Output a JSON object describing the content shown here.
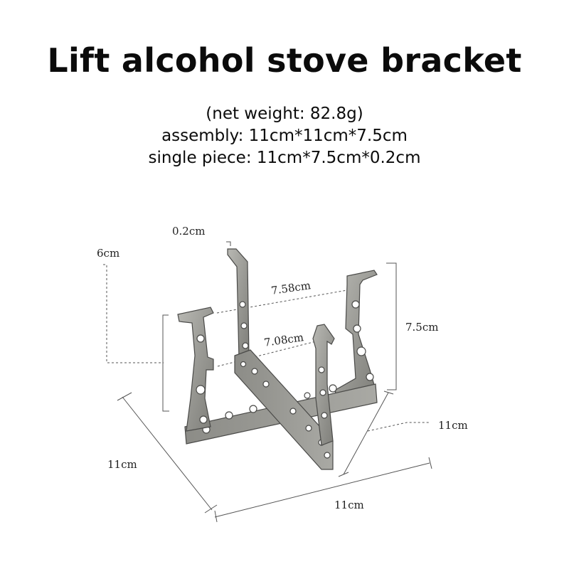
{
  "title": "Lift alcohol stove bracket",
  "specs": {
    "net_weight": "(net weight: 82.8g)",
    "assembly": "assembly: 11cm*11cm*7.5cm",
    "single_piece": "single piece: 11cm*7.5cm*0.2cm"
  },
  "dimensions": {
    "thickness": "0.2cm",
    "height_6": "6cm",
    "top_width": "7.58cm",
    "inner_width": "7.08cm",
    "height_75": "7.5cm",
    "right_side": "11cm",
    "left_side": "11cm",
    "bottom_side": "11cm"
  },
  "colors": {
    "metal_light": "#a5a5a0",
    "metal_dark": "#6a6a66",
    "outline": "#4a4a48"
  }
}
